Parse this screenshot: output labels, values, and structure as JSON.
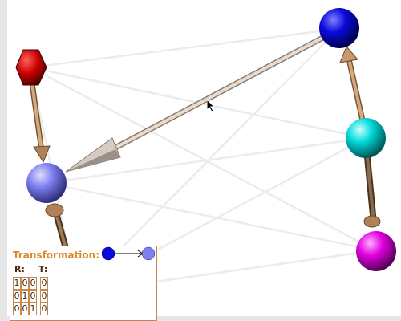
{
  "colors": {
    "background": "#ffffff",
    "frame": "#e6e6e6",
    "edge_arrow": "#c9a07a",
    "selected_arrow": "#d0c8c0",
    "panel_border": "#c8874a",
    "panel_title": "#d98a2b"
  },
  "scene": {
    "nodes": [
      {
        "id": "red-hexagon",
        "shape": "hexagon",
        "color": "#cc0000"
      },
      {
        "id": "blue-sphere",
        "shape": "sphere",
        "color": "#0a0adc"
      },
      {
        "id": "cyan-sphere",
        "shape": "sphere",
        "color": "#00d8d8"
      },
      {
        "id": "periwinkle-sphere",
        "shape": "sphere",
        "color": "#7d7ef0"
      },
      {
        "id": "magenta-sphere",
        "shape": "sphere",
        "color": "#e000e0"
      },
      {
        "id": "yellow-sphere",
        "shape": "sphere",
        "color": "#f2f200"
      }
    ],
    "edges": [
      {
        "from": "red-hexagon",
        "to": "periwinkle-sphere",
        "style": "arrow"
      },
      {
        "from": "cyan-sphere",
        "to": "blue-sphere",
        "style": "arrow"
      },
      {
        "from": "blue-sphere",
        "to": "periwinkle-sphere",
        "style": "selected-arrow"
      },
      {
        "from": "magenta-sphere",
        "to": "cyan-sphere",
        "style": "arrow"
      },
      {
        "from": "yellow-sphere",
        "to": "periwinkle-sphere",
        "style": "arrow"
      }
    ]
  },
  "transformation_panel": {
    "title": "Transformation:",
    "legend_from_color": "#0a0adc",
    "legend_to_color": "#7d7ef0",
    "r_label": "R:",
    "t_label": "T:",
    "r_matrix": [
      [
        "1",
        "0",
        "0"
      ],
      [
        "0",
        "1",
        "0"
      ],
      [
        "0",
        "0",
        "1"
      ]
    ],
    "t_vector": [
      "0",
      "0",
      "0"
    ]
  }
}
